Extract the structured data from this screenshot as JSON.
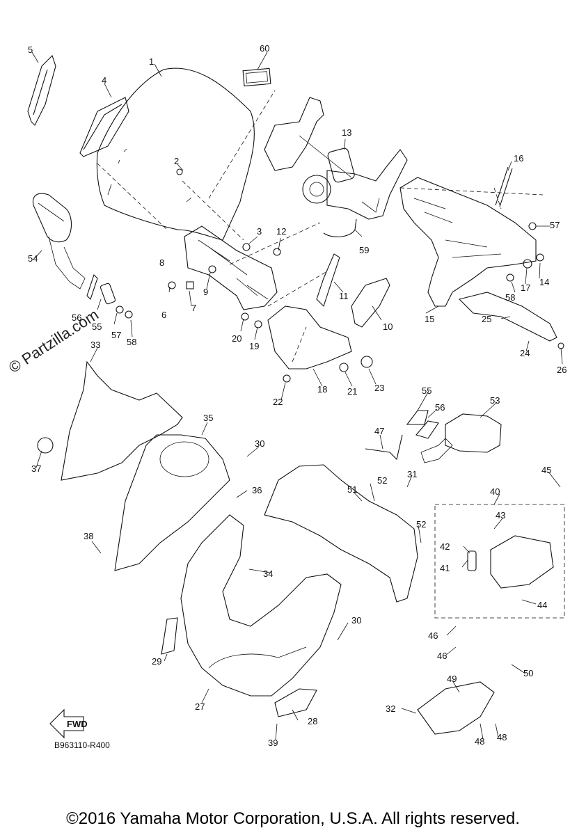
{
  "watermark": "© Partzilla.com",
  "diagram_code": "B963110-R400",
  "fwd_label": "FWD",
  "copyright": "©2016 Yamaha Motor Corporation, U.S.A. All rights reserved.",
  "callouts": [
    "1",
    "2",
    "3",
    "4",
    "5",
    "6",
    "7",
    "8",
    "9",
    "10",
    "11",
    "12",
    "13",
    "14",
    "15",
    "16",
    "17",
    "18",
    "19",
    "20",
    "21",
    "22",
    "23",
    "24",
    "25",
    "26",
    "27",
    "28",
    "29",
    "30",
    "30",
    "31",
    "32",
    "33",
    "34",
    "35",
    "36",
    "37",
    "38",
    "39",
    "40",
    "41",
    "42",
    "43",
    "44",
    "45",
    "46",
    "46",
    "47",
    "48",
    "48",
    "49",
    "50",
    "51",
    "52",
    "52",
    "53",
    "54",
    "55",
    "55",
    "56",
    "56",
    "57",
    "57",
    "58",
    "58",
    "59",
    "60"
  ]
}
